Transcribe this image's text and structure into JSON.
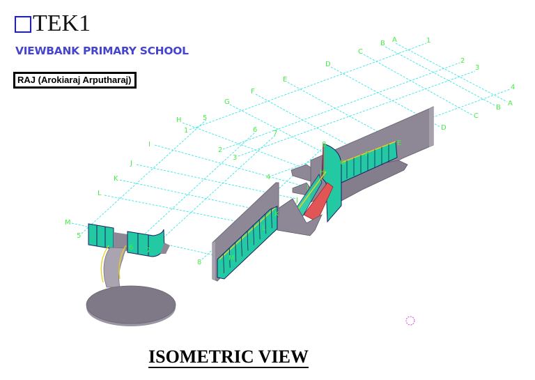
{
  "header": {
    "logo_text": "TEK1",
    "school_name": "VIEWBANK PRIMARY SCHOOL",
    "author": "RAJ (Arokiaraj Arputharaj)"
  },
  "drawing": {
    "title": "ISOMETRIC VIEW",
    "grid_letters": [
      "A",
      "B",
      "C",
      "D",
      "E",
      "F",
      "G",
      "H",
      "I",
      "J",
      "K",
      "L",
      "M"
    ],
    "grid_numbers": [
      "1",
      "2",
      "3",
      "4",
      "5",
      "6",
      "7",
      "8"
    ],
    "colors": {
      "grid": "#33e6e6",
      "grid_labels": "#44ee44",
      "walls": "#8e8896",
      "glass": "#22c9a2",
      "stairs": "#e05555",
      "handrail": "#e8d020",
      "logo_box": "#1a1aee",
      "school_name": "#4444cc",
      "marker": "#e040e0"
    }
  }
}
